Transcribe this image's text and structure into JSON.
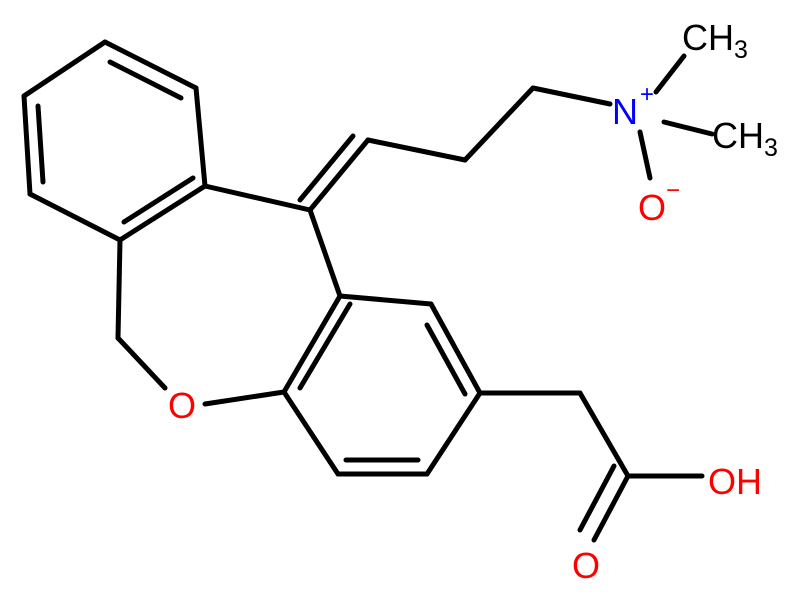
{
  "molecule": {
    "atoms": {
      "n_symbol": "N",
      "n_charge": "+",
      "oxide_symbol": "O",
      "oxide_charge": "−",
      "methyl1": "CH",
      "methyl1_sub": "3",
      "methyl2": "CH",
      "methyl2_sub": "3",
      "ring_oxygen": "O",
      "hydroxyl": "OH",
      "carbonyl_oxygen": "O"
    },
    "colors": {
      "carbon_bond": "#000000",
      "nitrogen": "#0000FF",
      "oxygen": "#FF0000"
    }
  }
}
